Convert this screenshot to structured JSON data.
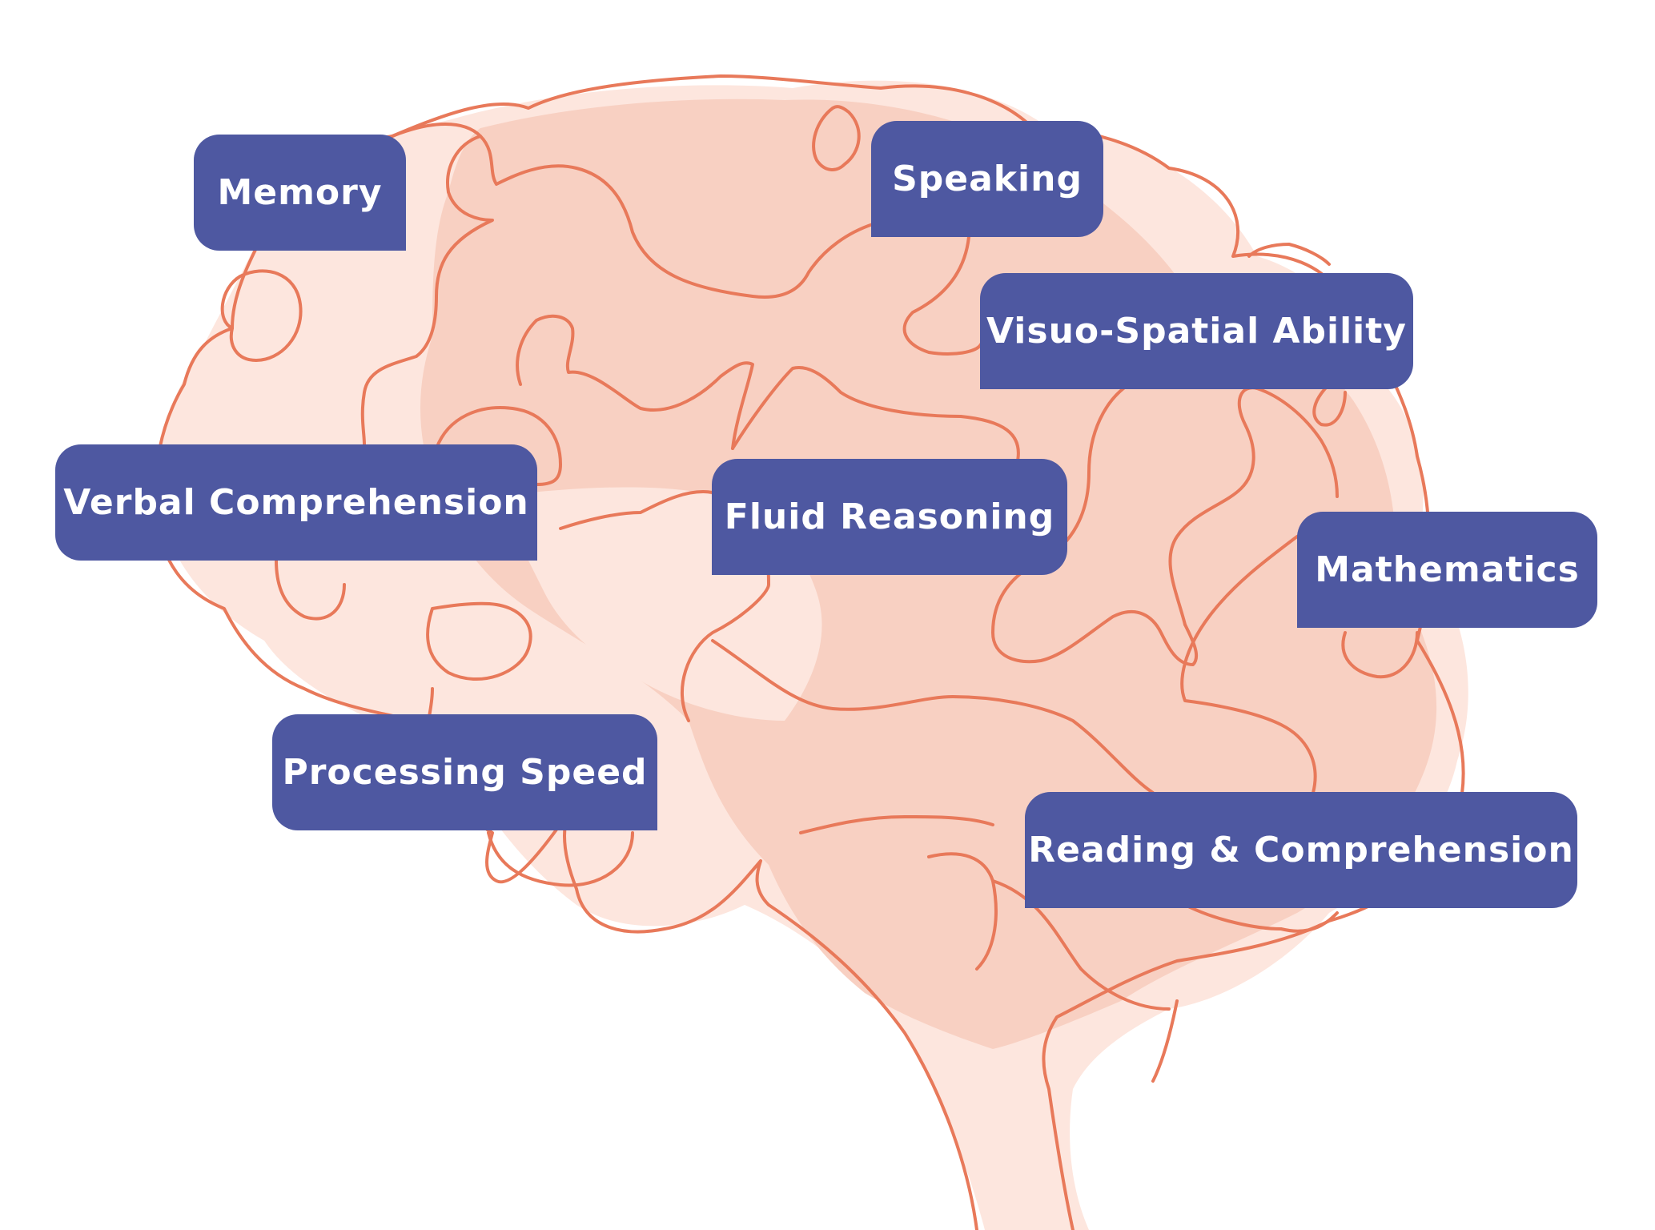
{
  "diagram": {
    "colors": {
      "brain_fill_light": "#fde6de",
      "brain_fill_mid": "#f8d0c2",
      "brain_outline": "#e8795a",
      "label_background": "#4e58a1",
      "label_text": "#ffffff"
    },
    "labels": {
      "memory": "Memory",
      "speaking": "Speaking",
      "visuo_spatial": "Visuo-Spatial Ability",
      "verbal": "Verbal Comprehension",
      "fluid": "Fluid Reasoning",
      "mathematics": "Mathematics",
      "processing": "Processing Speed",
      "reading": "Reading & Comprehension"
    }
  }
}
